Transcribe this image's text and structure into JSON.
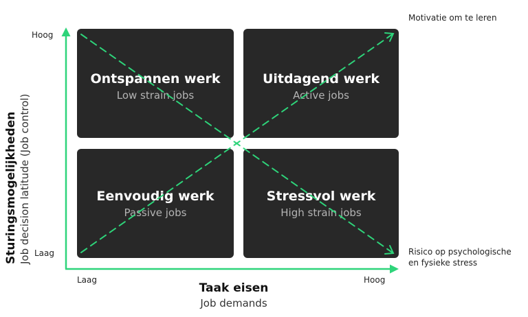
{
  "quadrants": {
    "top_left": {
      "title": "Ontspannen werk",
      "subtitle": "Low strain jobs"
    },
    "top_right": {
      "title": "Uitdagend werk",
      "subtitle": "Active jobs"
    },
    "bottom_left": {
      "title": "Eenvoudig werk",
      "subtitle": "Passive jobs"
    },
    "bottom_right": {
      "title": "Stressvol werk",
      "subtitle": "High strain jobs"
    }
  },
  "y_axis": {
    "title": "Sturingsmogelijkheden",
    "subtitle": "Job decision latitude (Job control)",
    "high": "Hoog",
    "low": "Laag"
  },
  "x_axis": {
    "title": "Taak eisen",
    "subtitle": "Job demands",
    "low": "Laag",
    "high": "Hoog"
  },
  "diagonals": {
    "motivation": "Motivatie om te leren",
    "risk_line1": "Risico op psychologische",
    "risk_line2": "en fysieke stress"
  },
  "colors": {
    "accent": "#2ed47a",
    "panel": "#282828",
    "subtitle": "#b4b4b4"
  }
}
